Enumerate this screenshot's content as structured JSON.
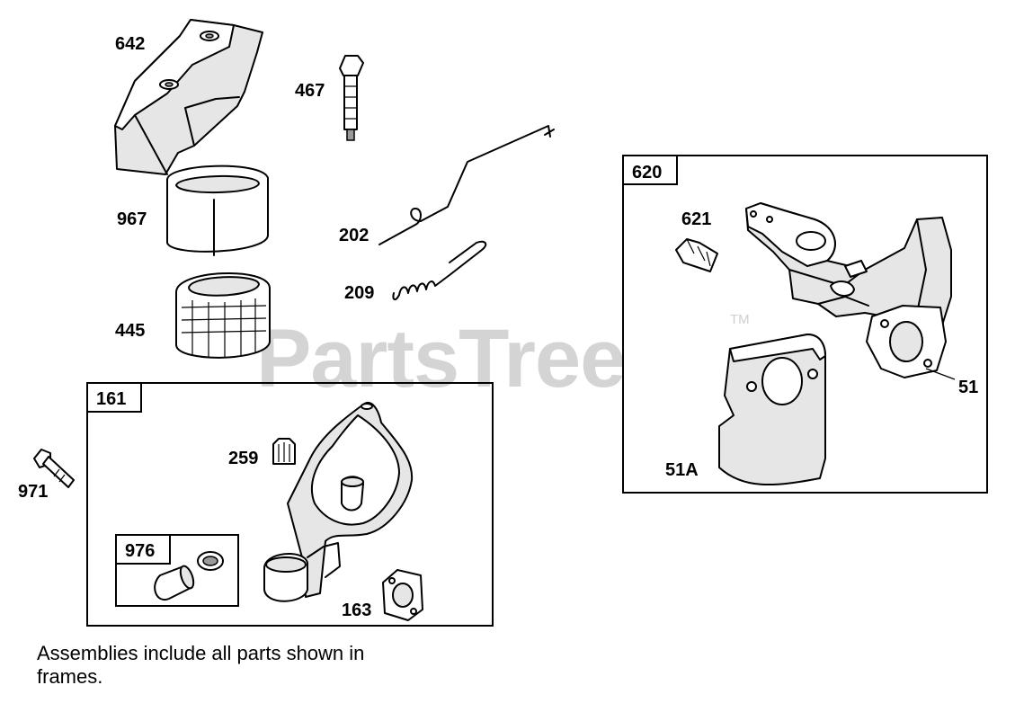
{
  "watermark": {
    "text": "PartsTree",
    "trademark": "TM"
  },
  "part_labels": {
    "p642": "642",
    "p467": "467",
    "p967": "967",
    "p202": "202",
    "p209": "209",
    "p445": "445",
    "p971": "971",
    "p259": "259",
    "p163": "163",
    "p621": "621",
    "p51": "51",
    "p51a": "51A"
  },
  "assembly_frames": {
    "a161": "161",
    "a976": "976",
    "a620": "620"
  },
  "footnote": "Assemblies include all parts shown in frames."
}
